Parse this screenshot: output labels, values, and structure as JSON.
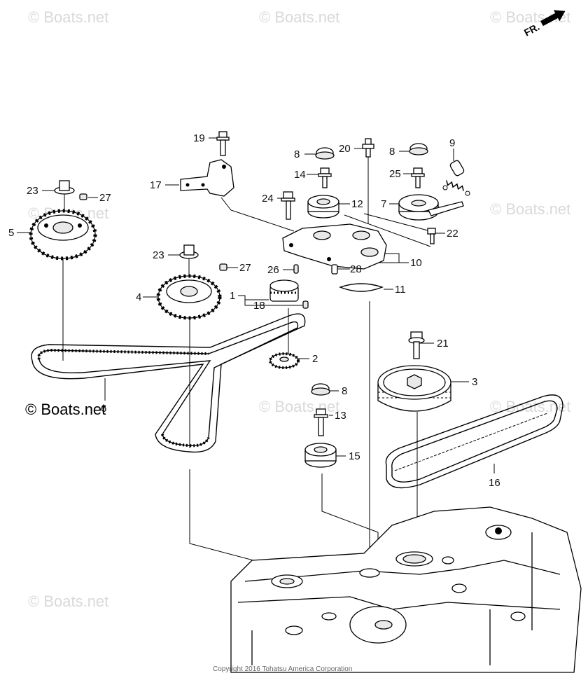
{
  "watermark": "© Boats.net",
  "watermark_bold": "© Boats.net",
  "direction_label": "FR.",
  "copyright": "Copyright 2016 Tohatsu America Corporation",
  "callouts": {
    "c19": "19",
    "c17": "17",
    "c23a": "23",
    "c27a": "27",
    "c5": "5",
    "c23b": "23",
    "c27b": "27",
    "c4": "4",
    "c1": "1",
    "c18": "18",
    "c2": "2",
    "c6": "6",
    "c8a": "8",
    "c20": "20",
    "c8b": "8",
    "c9": "9",
    "c14": "14",
    "c25": "25",
    "c24": "24",
    "c12": "12",
    "c7": "7",
    "c22": "22",
    "c26": "26",
    "c28": "28",
    "c10": "10",
    "c11": "11",
    "c21": "21",
    "c3": "3",
    "c8c": "8",
    "c13": "13",
    "c15": "15",
    "c16": "16"
  }
}
